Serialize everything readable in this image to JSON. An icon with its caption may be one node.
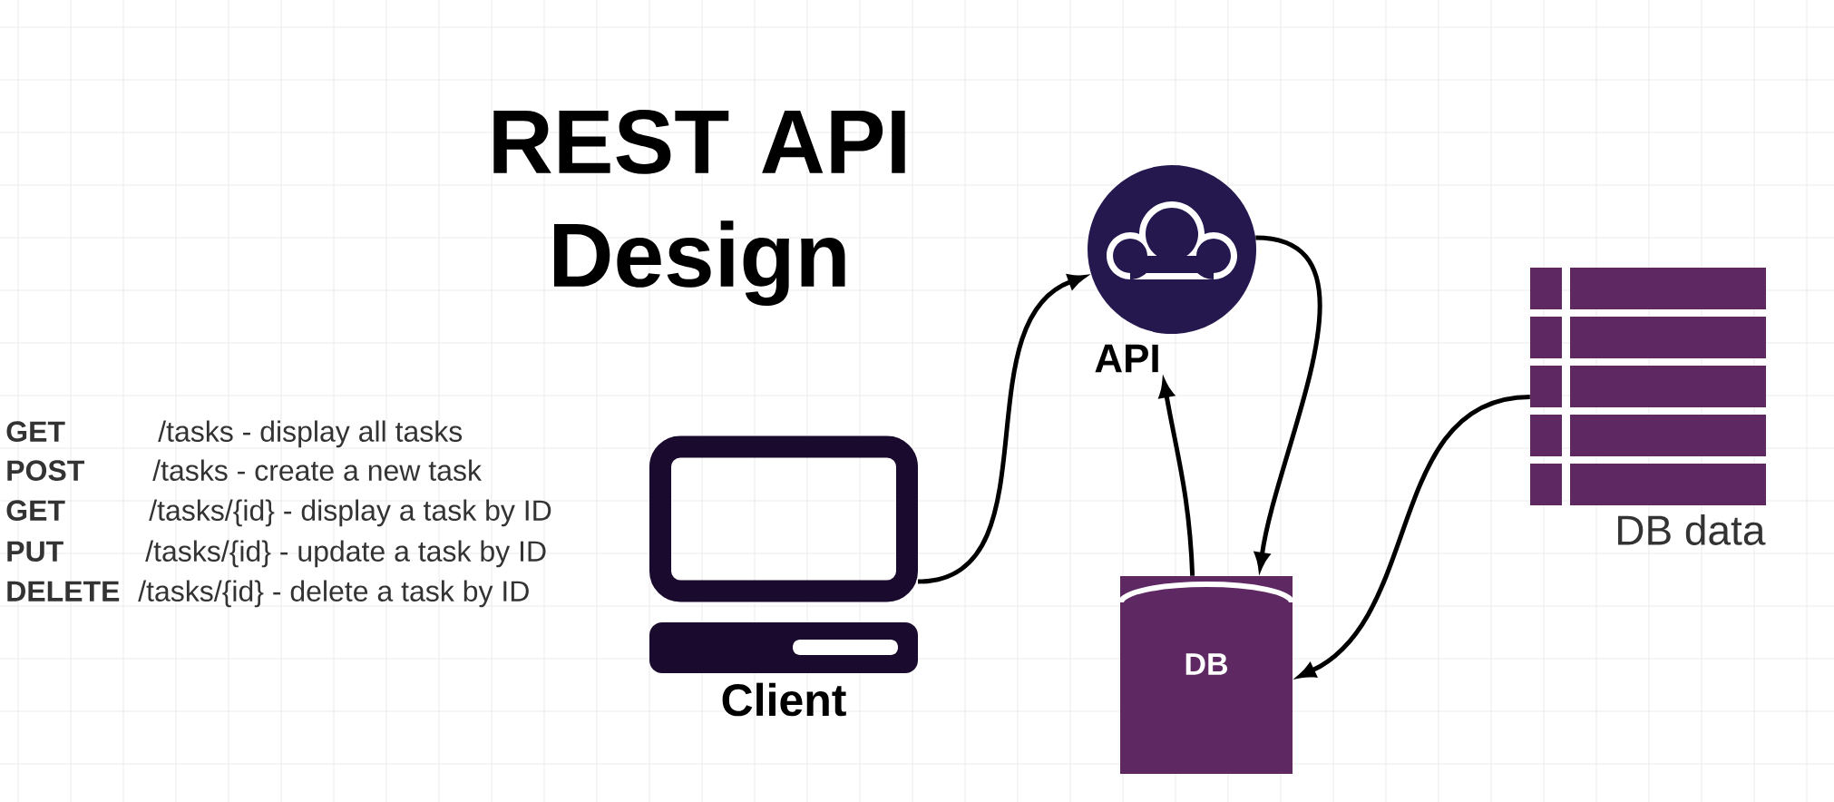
{
  "diagram": {
    "title": "REST API Design",
    "nodes": [
      {
        "text": [
          "Client"
        ]
      },
      {
        "text": [
          "API"
        ]
      },
      {
        "text": [
          "DB"
        ]
      },
      {
        "text": [
          "DB data"
        ]
      }
    ],
    "edges": [
      {
        "from": 0,
        "to": 1,
        "arrow": "to"
      },
      {
        "from": 1,
        "to": 2,
        "arrow": "to"
      },
      {
        "from": 2,
        "to": 1,
        "arrow": "to"
      },
      {
        "from": 3,
        "to": 2,
        "arrow": "to"
      }
    ],
    "labels": [
      "GET",
      "/tasks - display all tasks",
      "POST",
      "/tasks - create a new task",
      "GET",
      "/tasks/{id} - display a task by ID",
      "PUT",
      "/tasks/{id} - update a task by ID",
      "DELETE",
      "/tasks/{id} - delete a task by ID"
    ]
  }
}
